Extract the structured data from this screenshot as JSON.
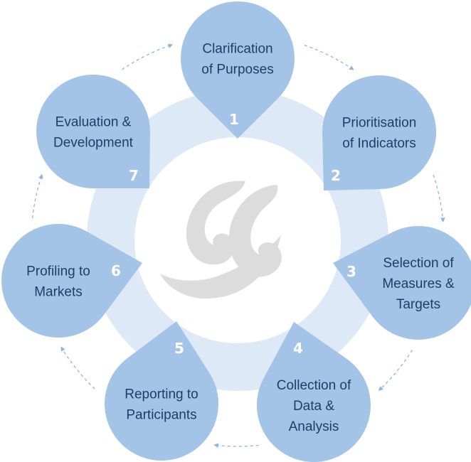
{
  "colors": {
    "petal": "#a3c4e6",
    "ring": "#dde9f6",
    "center": "#ffffff",
    "arrow": "#8eb4dc",
    "text": "#1f3d66",
    "number": "#ffffff",
    "logo": "#d9d9d9"
  },
  "center_icon": "koru-swirl-logo",
  "steps": [
    {
      "number": "1",
      "lines": [
        "Clarification",
        "of Purposes"
      ]
    },
    {
      "number": "2",
      "lines": [
        "Prioritisation",
        "of Indicators"
      ]
    },
    {
      "number": "3",
      "lines": [
        "Selection of",
        "Measures &",
        "Targets"
      ]
    },
    {
      "number": "4",
      "lines": [
        "Collection of",
        "Data &",
        "Analysis"
      ]
    },
    {
      "number": "5",
      "lines": [
        "Reporting to",
        "Participants"
      ]
    },
    {
      "number": "6",
      "lines": [
        "Profiling to",
        "Markets"
      ]
    },
    {
      "number": "7",
      "lines": [
        "Evaluation &",
        "Development"
      ]
    }
  ]
}
